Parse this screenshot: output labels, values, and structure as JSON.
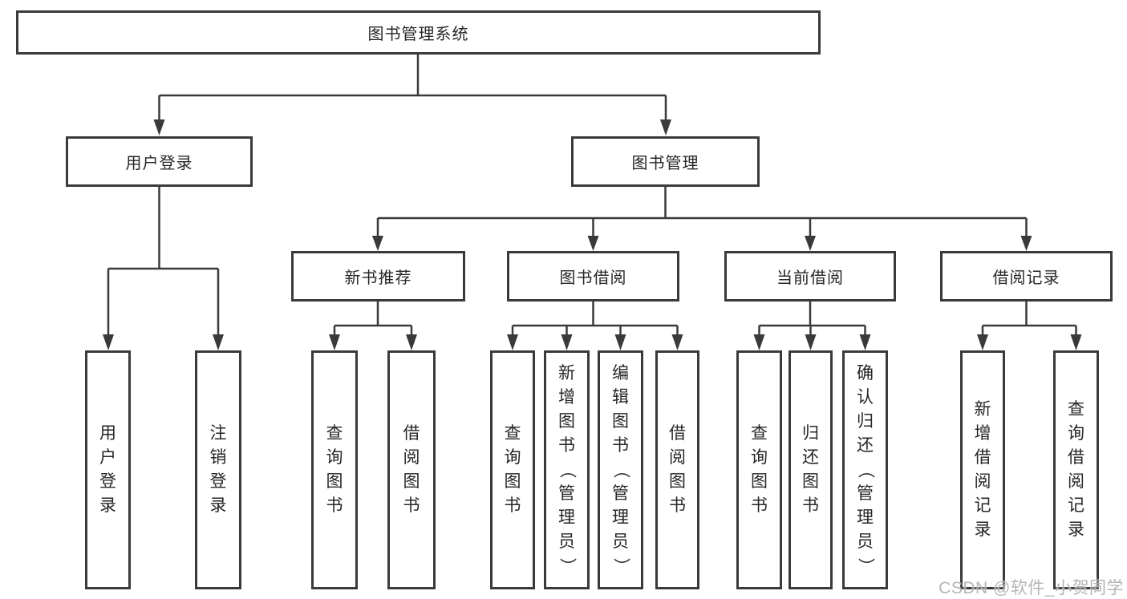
{
  "tree": {
    "label": "图书管理系统",
    "children": [
      {
        "label": "用户登录",
        "children": [
          {
            "label": "用户登录"
          },
          {
            "label": "注销登录"
          }
        ]
      },
      {
        "label": "图书管理",
        "children": [
          {
            "label": "新书推荐",
            "children": [
              {
                "label": "查询图书"
              },
              {
                "label": "借阅图书"
              }
            ]
          },
          {
            "label": "图书借阅",
            "children": [
              {
                "label": "查询图书"
              },
              {
                "label": "新增图书（管理员）"
              },
              {
                "label": "编辑图书（管理员）"
              },
              {
                "label": "借阅图书"
              }
            ]
          },
          {
            "label": "当前借阅",
            "children": [
              {
                "label": "查询图书"
              },
              {
                "label": "归还图书"
              },
              {
                "label": "确认归还（管理员）"
              }
            ]
          },
          {
            "label": "借阅记录",
            "children": [
              {
                "label": "新增借阅记录"
              },
              {
                "label": "查询借阅记录"
              }
            ]
          }
        ]
      }
    ]
  },
  "watermark": "CSDN @软件_小贺同学",
  "colors": {
    "line": "#3a3a3a",
    "text": "#262626",
    "watermark": "#a8a8a8",
    "background": "#ffffff"
  }
}
